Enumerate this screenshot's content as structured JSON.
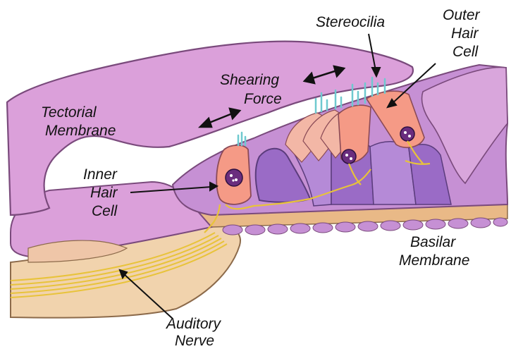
{
  "labels": {
    "stereocilia": "Stereocilia",
    "outer_hair_cell": [
      "Outer",
      "Hair",
      "Cell"
    ],
    "shearing_force": [
      "Shearing",
      "Force"
    ],
    "tectorial_membrane": [
      "Tectorial",
      "Membrane"
    ],
    "inner_hair_cell": [
      "Inner",
      "Hair",
      "Cell"
    ],
    "basilar_membrane": [
      "Basilar",
      "Membrane"
    ],
    "auditory_nerve": [
      "Auditory",
      "Nerve"
    ]
  },
  "colors": {
    "tectorial": "#dba0da",
    "tectorial_outline": "#7a4a7c",
    "organ": "#c690d4",
    "organ_dark": "#9a6bc6",
    "hair_cell": "#f59a86",
    "basilar": "#e9b987",
    "nerve_sheath": "#f1d3ad",
    "nerve_fiber": "#e8c33a",
    "stereocilia": "#6fc9cf",
    "nucleus": "#6a2d7e"
  },
  "icons": {
    "shear_arrow": "double-headed-arrow"
  }
}
